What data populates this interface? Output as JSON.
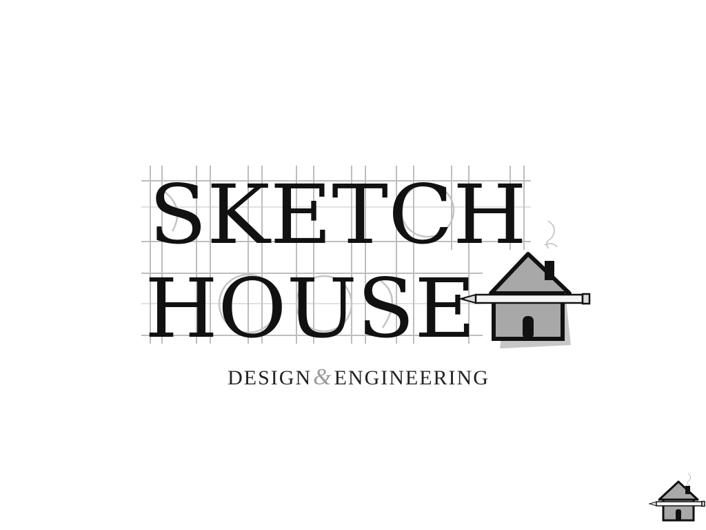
{
  "logo": {
    "line1": "SKETCH",
    "line2": "HOUSE",
    "tagline_left": "DESIGN",
    "tagline_amp": "&",
    "tagline_right": "ENGINEERING"
  },
  "icons": {
    "main": "house-with-pencil-icon",
    "corner": "house-with-pencil-icon"
  },
  "colors": {
    "text": "#111111",
    "sketch_grey": "#bdbdbd",
    "house_fill": "#a8a8a8",
    "background": "#ffffff"
  }
}
